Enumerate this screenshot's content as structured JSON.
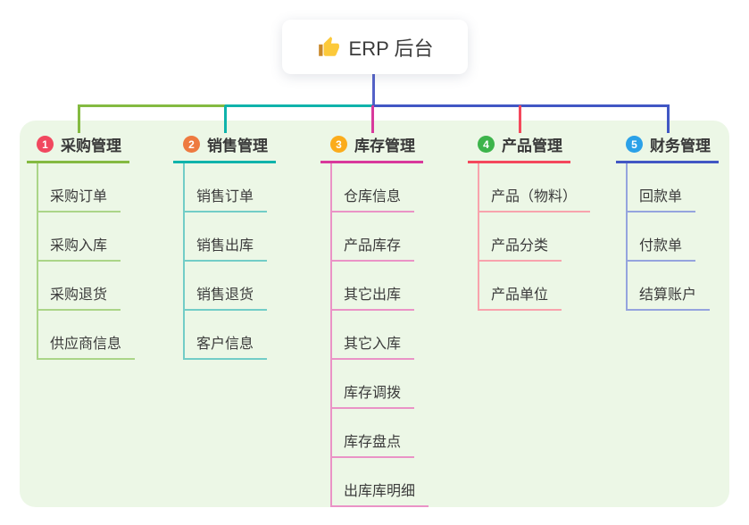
{
  "root": {
    "title": "ERP 后台",
    "icon": "thumbs-up-icon"
  },
  "colors": {
    "root_connector": "#5462c8",
    "panel_background": "#ecf7e6",
    "node_text": "#3b3b3b",
    "thumb_yellow": "#fcc93a",
    "thumb_cuff": "#c9882a"
  },
  "branches": [
    {
      "num": "1",
      "title": "采购管理",
      "badge_color": "#f1485f",
      "line_color": "#84ba41",
      "light_line_color": "#abd588",
      "children": [
        "采购订单",
        "采购入库",
        "采购退货",
        "供应商信息"
      ]
    },
    {
      "num": "2",
      "title": "销售管理",
      "badge_color": "#ee7a40",
      "line_color": "#0fb3ab",
      "light_line_color": "#72cdc7",
      "children": [
        "销售订单",
        "销售出库",
        "销售退货",
        "客户信息"
      ]
    },
    {
      "num": "3",
      "title": "库存管理",
      "badge_color": "#fbac1b",
      "line_color": "#d8399c",
      "light_line_color": "#ea93c6",
      "children": [
        "仓库信息",
        "产品库存",
        "其它出库",
        "其它入库",
        "库存调拨",
        "库存盘点",
        "出库库明细"
      ]
    },
    {
      "num": "4",
      "title": "产品管理",
      "badge_color": "#3db44b",
      "line_color": "#f4485c",
      "light_line_color": "#f8a3ad",
      "children": [
        "产品（物料）",
        "产品分类",
        "产品单位"
      ]
    },
    {
      "num": "5",
      "title": "财务管理",
      "badge_color": "#2ba1e8",
      "line_color": "#4157c4",
      "light_line_color": "#95a4de",
      "children": [
        "回款单",
        "付款单",
        "结算账户"
      ]
    }
  ]
}
